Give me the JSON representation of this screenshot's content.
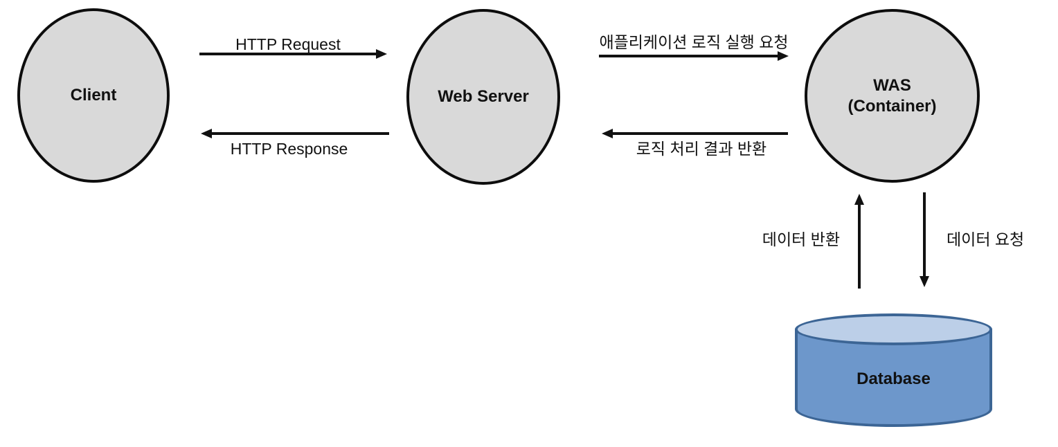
{
  "diagram": {
    "title": "Web Server / WAS / Database architecture diagram",
    "nodes": {
      "client": {
        "label": "Client"
      },
      "web_server": {
        "label": "Web Server"
      },
      "was": {
        "label": "WAS",
        "sublabel": "(Container)"
      },
      "database": {
        "label": "Database"
      }
    },
    "edges": {
      "http_request": {
        "label": "HTTP Request",
        "from": "client",
        "to": "web_server",
        "direction": "right"
      },
      "http_response": {
        "label": "HTTP Response",
        "from": "web_server",
        "to": "client",
        "direction": "left"
      },
      "app_logic_request": {
        "label": "애플리케이션 로직 실행 요청",
        "from": "web_server",
        "to": "was",
        "direction": "right"
      },
      "logic_result_return": {
        "label": "로직 처리 결과 반환",
        "from": "was",
        "to": "web_server",
        "direction": "left"
      },
      "data_return": {
        "label": "데이터 반환",
        "from": "database",
        "to": "was",
        "direction": "up"
      },
      "data_request": {
        "label": "데이터 요청",
        "from": "was",
        "to": "database",
        "direction": "down"
      }
    },
    "colors": {
      "canvas_bg": "#ffffff",
      "node_fill": "#d9d9d9",
      "node_stroke": "#0d0d0d",
      "arrow_color": "#111111",
      "cylinder_body": "#6d97cb",
      "cylinder_top": "#bccfe8",
      "cylinder_stroke": "#3c6595"
    }
  }
}
